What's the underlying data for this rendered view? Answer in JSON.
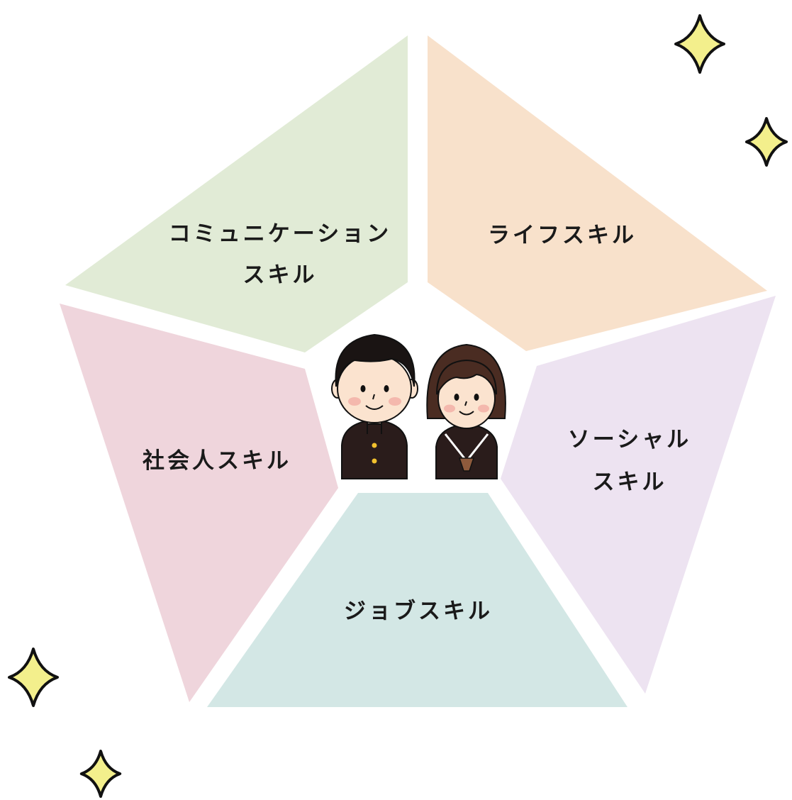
{
  "diagram": {
    "segments": [
      {
        "id": "communication",
        "lines": [
          "コミュニケーション",
          "スキル"
        ],
        "color": "#e1ebd6"
      },
      {
        "id": "life",
        "lines": [
          "ライフスキル"
        ],
        "color": "#f8e1cb"
      },
      {
        "id": "social",
        "lines": [
          "ソーシャル",
          "スキル"
        ],
        "color": "#ede3f1"
      },
      {
        "id": "job",
        "lines": [
          "ジョブスキル"
        ],
        "color": "#d3e7e5"
      },
      {
        "id": "society",
        "lines": [
          "社会人スキル"
        ],
        "color": "#efd5dc"
      }
    ],
    "sparkle_color": "#f3ef8c",
    "center_figures": [
      "boy-student",
      "girl-student"
    ]
  }
}
